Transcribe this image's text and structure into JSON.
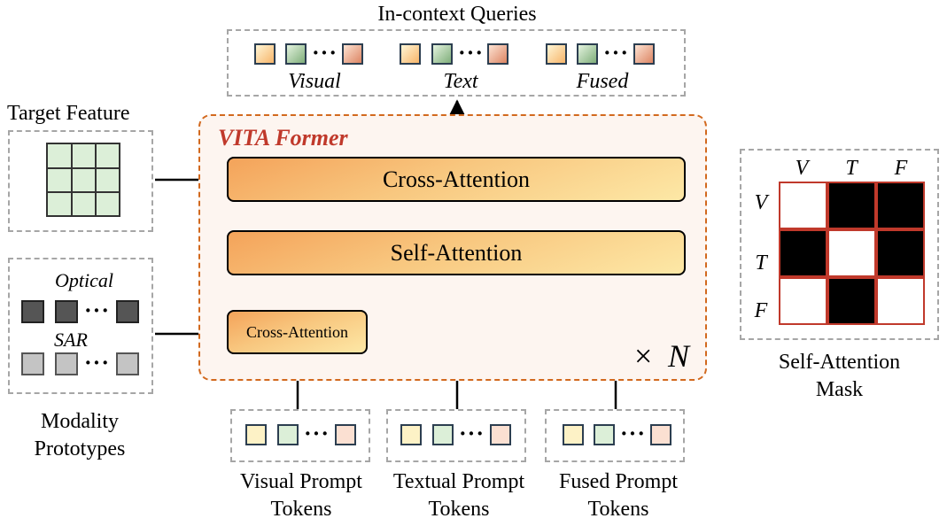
{
  "top": {
    "title": "In-context Queries",
    "labels": [
      "Visual",
      "Text",
      "Fused"
    ]
  },
  "former": {
    "title": "VITA Former",
    "cross_top": "Cross-Attention",
    "self": "Self-Attention",
    "cross_small": "Cross-Attention",
    "repeat_symbol": "×",
    "repeat_var": "N"
  },
  "left": {
    "target_title": "Target Feature",
    "optical": "Optical",
    "sar": "SAR",
    "proto_line1": "Modality",
    "proto_line2": "Prototypes"
  },
  "bottom": {
    "visual_line1": "Visual Prompt",
    "visual_line2": "Tokens",
    "textual_line1": "Textual Prompt",
    "textual_line2": "Tokens",
    "fused_line1": "Fused Prompt",
    "fused_line2": "Tokens"
  },
  "mask": {
    "cols": [
      "V",
      "T",
      "F"
    ],
    "rows": [
      "V",
      "T",
      "F"
    ],
    "cells": [
      [
        0,
        1,
        1
      ],
      [
        1,
        0,
        1
      ],
      [
        0,
        1,
        0
      ]
    ],
    "caption_line1": "Self-Attention",
    "caption_line2": "Mask"
  },
  "colors": {
    "accent": "#c0392b",
    "former_border": "#d2691e",
    "mask_border": "#c0392b",
    "mask_fill": "#000000"
  },
  "dots": "···"
}
